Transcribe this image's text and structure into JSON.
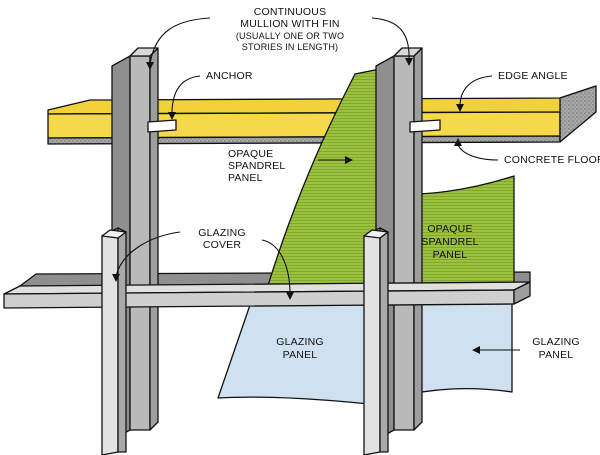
{
  "labels": {
    "mullion": [
      "CONTINUOUS",
      "MULLION WITH FIN"
    ],
    "mullion_note": [
      "(USUALLY ONE OR TWO",
      "STORIES IN LENGTH)"
    ],
    "anchor": "ANCHOR",
    "edge_angle": "EDGE ANGLE",
    "concrete_floor": "CONCRETE FLOOR",
    "opaque_spandrel_left": [
      "OPAQUE",
      "SPANDREL",
      "PANEL"
    ],
    "opaque_spandrel_right": [
      "OPAQUE",
      "SPANDREL",
      "PANEL"
    ],
    "glazing_cover": [
      "GLAZING",
      "COVER"
    ],
    "glazing_panel_left": [
      "GLAZING",
      "PANEL"
    ],
    "glazing_panel_right": [
      "GLAZING",
      "PANEL"
    ]
  },
  "colors": {
    "floor_slab": "#f2d23a",
    "concrete": "#9a9a9a",
    "spandrel": "#9cc13e",
    "glazing": "#cfe0f0",
    "mullion": "#b9b9b9",
    "mullion_dark": "#8f8f8f",
    "cover": "#d6d6d6"
  }
}
